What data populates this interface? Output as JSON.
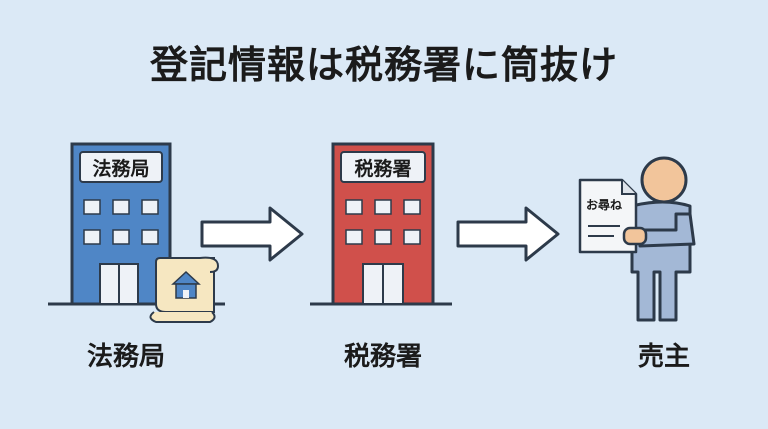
{
  "title": "登記情報は税務署に筒抜け",
  "nodes": [
    {
      "sign": "法務局",
      "label": "法務局"
    },
    {
      "sign": "税務署",
      "label": "税務署"
    },
    {
      "document_text": "お尋ね",
      "label": "売主"
    }
  ],
  "colors": {
    "background": "#dbe9f6",
    "bureau_building": "#4f86c6",
    "tax_building": "#d0504b",
    "person": "#a3b8d6",
    "head": "#f2c59b",
    "outline": "#2d3a4a"
  }
}
